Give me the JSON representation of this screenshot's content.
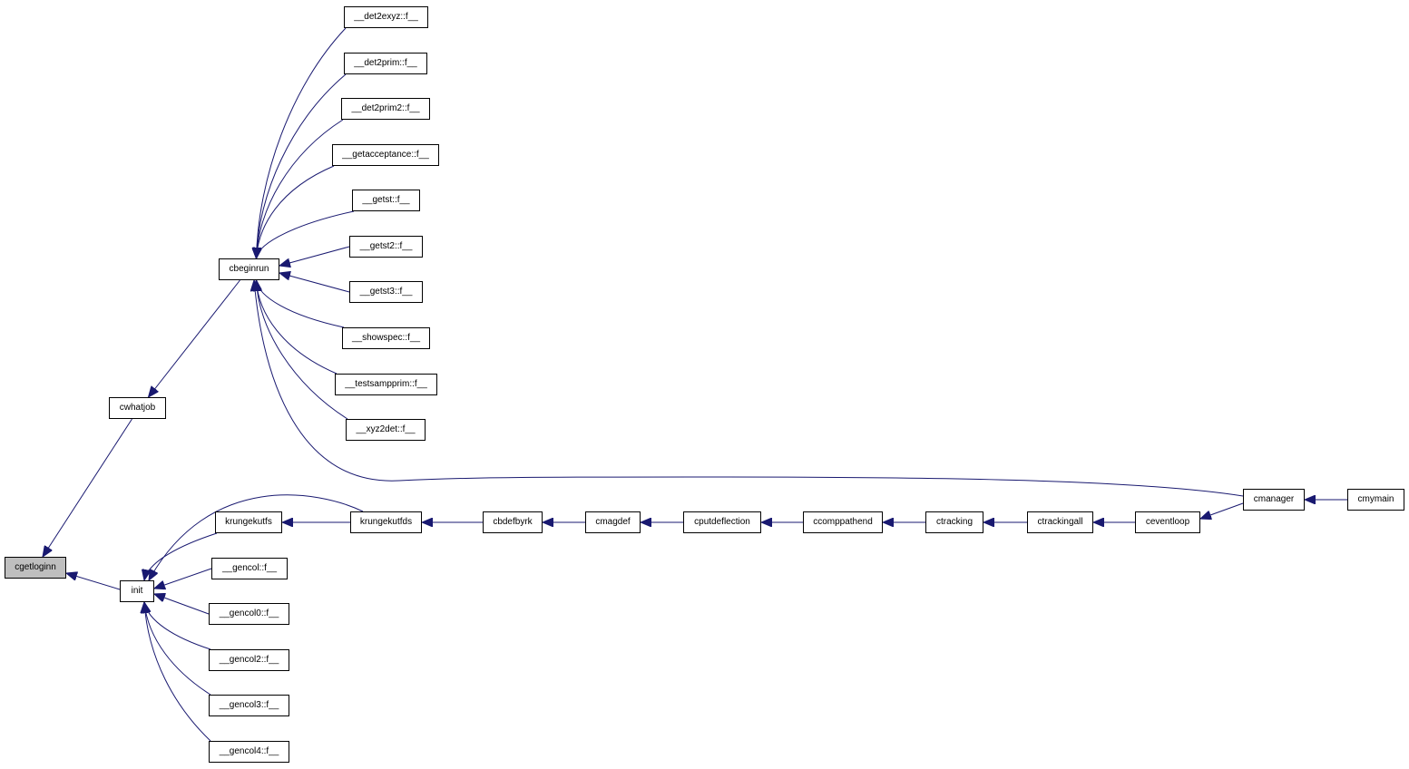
{
  "colors": {
    "edge": "#191970",
    "border": "#000000",
    "root_fill": "#bfbfbf",
    "fill": "#ffffff"
  },
  "nodes": {
    "cgetloginn": "cgetloginn",
    "cwhatjob": "cwhatjob",
    "init": "init",
    "cbeginrun": "cbeginrun",
    "det2exyz": "__det2exyz::f__",
    "det2prim": "__det2prim::f__",
    "det2prim2": "__det2prim2::f__",
    "getacceptance": "__getacceptance::f__",
    "getst": "__getst::f__",
    "getst2": "__getst2::f__",
    "getst3": "__getst3::f__",
    "showspec": "__showspec::f__",
    "testsampprim": "__testsampprim::f__",
    "xyz2det": "__xyz2det::f__",
    "krungekutfs": "krungekutfs",
    "krungekutfds": "krungekutfds",
    "gencol": "__gencol::f__",
    "gencol0": "__gencol0::f__",
    "gencol2": "__gencol2::f__",
    "gencol3": "__gencol3::f__",
    "gencol4": "__gencol4::f__",
    "cbdefbyrk": "cbdefbyrk",
    "cmagdef": "cmagdef",
    "cputdeflection": "cputdeflection",
    "ccomppathend": "ccomppathend",
    "ctracking": "ctracking",
    "ctrackingall": "ctrackingall",
    "ceventloop": "ceventloop",
    "cmanager": "cmanager",
    "cmymain": "cmymain"
  },
  "edges": [
    [
      "cwhatjob",
      "cgetloginn"
    ],
    [
      "init",
      "cgetloginn"
    ],
    [
      "cbeginrun",
      "cwhatjob"
    ],
    [
      "det2exyz",
      "cbeginrun"
    ],
    [
      "det2prim",
      "cbeginrun"
    ],
    [
      "det2prim2",
      "cbeginrun"
    ],
    [
      "getacceptance",
      "cbeginrun"
    ],
    [
      "getst",
      "cbeginrun"
    ],
    [
      "getst2",
      "cbeginrun"
    ],
    [
      "getst3",
      "cbeginrun"
    ],
    [
      "showspec",
      "cbeginrun"
    ],
    [
      "testsampprim",
      "cbeginrun"
    ],
    [
      "xyz2det",
      "cbeginrun"
    ],
    [
      "cmanager",
      "cbeginrun"
    ],
    [
      "krungekutfs",
      "init"
    ],
    [
      "krungekutfds",
      "init"
    ],
    [
      "gencol",
      "init"
    ],
    [
      "gencol0",
      "init"
    ],
    [
      "gencol2",
      "init"
    ],
    [
      "gencol3",
      "init"
    ],
    [
      "gencol4",
      "init"
    ],
    [
      "krungekutfds",
      "krungekutfs"
    ],
    [
      "cbdefbyrk",
      "krungekutfds"
    ],
    [
      "cmagdef",
      "cbdefbyrk"
    ],
    [
      "cputdeflection",
      "cmagdef"
    ],
    [
      "ccomppathend",
      "cputdeflection"
    ],
    [
      "ctracking",
      "ccomppathend"
    ],
    [
      "ctrackingall",
      "ctracking"
    ],
    [
      "ceventloop",
      "ctrackingall"
    ],
    [
      "cmanager",
      "ceventloop"
    ],
    [
      "cmymain",
      "cmanager"
    ]
  ]
}
